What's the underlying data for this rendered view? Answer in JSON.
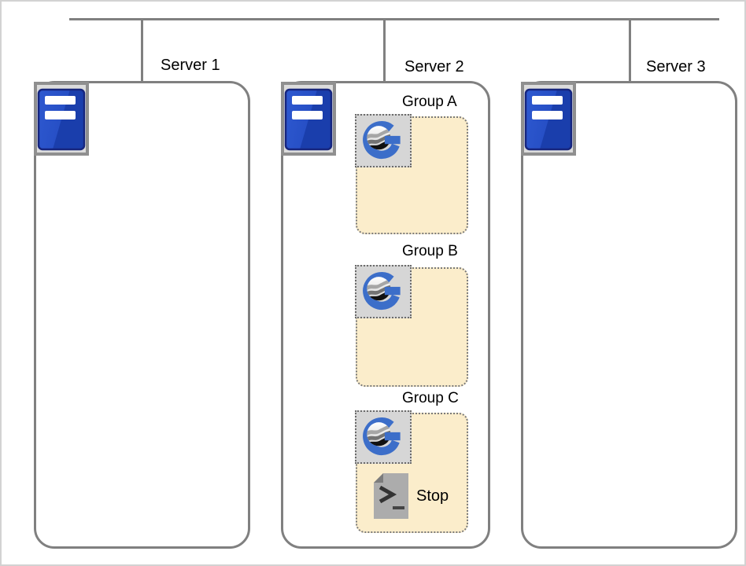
{
  "servers": [
    {
      "label": "Server 1"
    },
    {
      "label": "Server 2",
      "groups": [
        {
          "label": "Group A"
        },
        {
          "label": "Group B"
        },
        {
          "label": "Group C",
          "script_label": "Stop"
        }
      ]
    },
    {
      "label": "Server 3"
    }
  ],
  "icons": {
    "server": "server-tower-icon",
    "group": "globe-g-logo-icon",
    "script": "shell-script-icon"
  },
  "colors": {
    "connector_gray": "#808080",
    "server_box_border": "#808080",
    "group_fill": "#FBEDCB",
    "group_border_dotted": "#7A7A7A",
    "icon_plate_fill": "#D6D6D6",
    "server_icon_blue": "#2A52C8",
    "server_icon_blue_dark": "#1A3EAC",
    "logo_blue": "#3C6EC9",
    "script_page_gray": "#ACACAC",
    "script_fold_gray": "#7C7C7C"
  }
}
